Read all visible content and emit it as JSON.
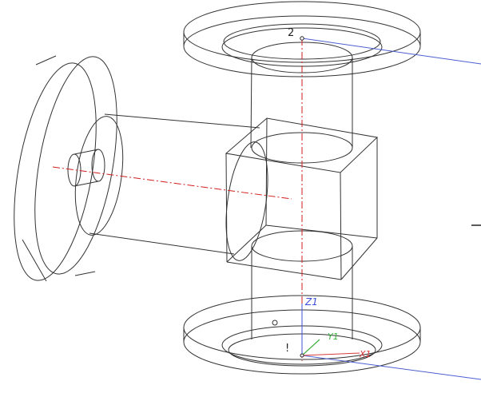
{
  "labels": {
    "point_top": "2",
    "csys_z": "Z1",
    "csys_y": "Y1",
    "csys_x": "X1",
    "marker": "!"
  },
  "colors": {
    "edges": "#333333",
    "center_lines": "#d21e1e",
    "leaders": "#4a5fd0",
    "csys_y_axis": "#3db03d",
    "csys_x_axis": "#d83b3b",
    "csys_z_axis": "#3b4fd6"
  },
  "view": {
    "projection": "isometric",
    "display_mode": "wireframe"
  }
}
